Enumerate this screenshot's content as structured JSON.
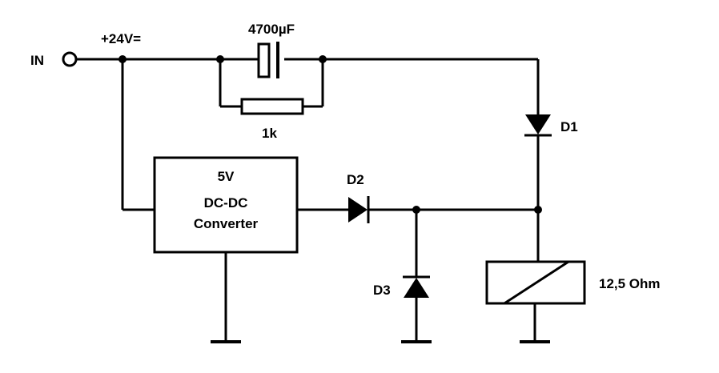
{
  "labels": {
    "input_terminal": "IN",
    "supply_voltage": "+24V=",
    "capacitor_value": "4700µF",
    "resistor_value": "1k",
    "diode_d1": "D1",
    "diode_d2": "D2",
    "diode_d3": "D3",
    "converter_line1": "5V",
    "converter_line2": "DC-DC",
    "converter_line3": "Converter",
    "relay_resistance": "12,5 Ohm"
  }
}
